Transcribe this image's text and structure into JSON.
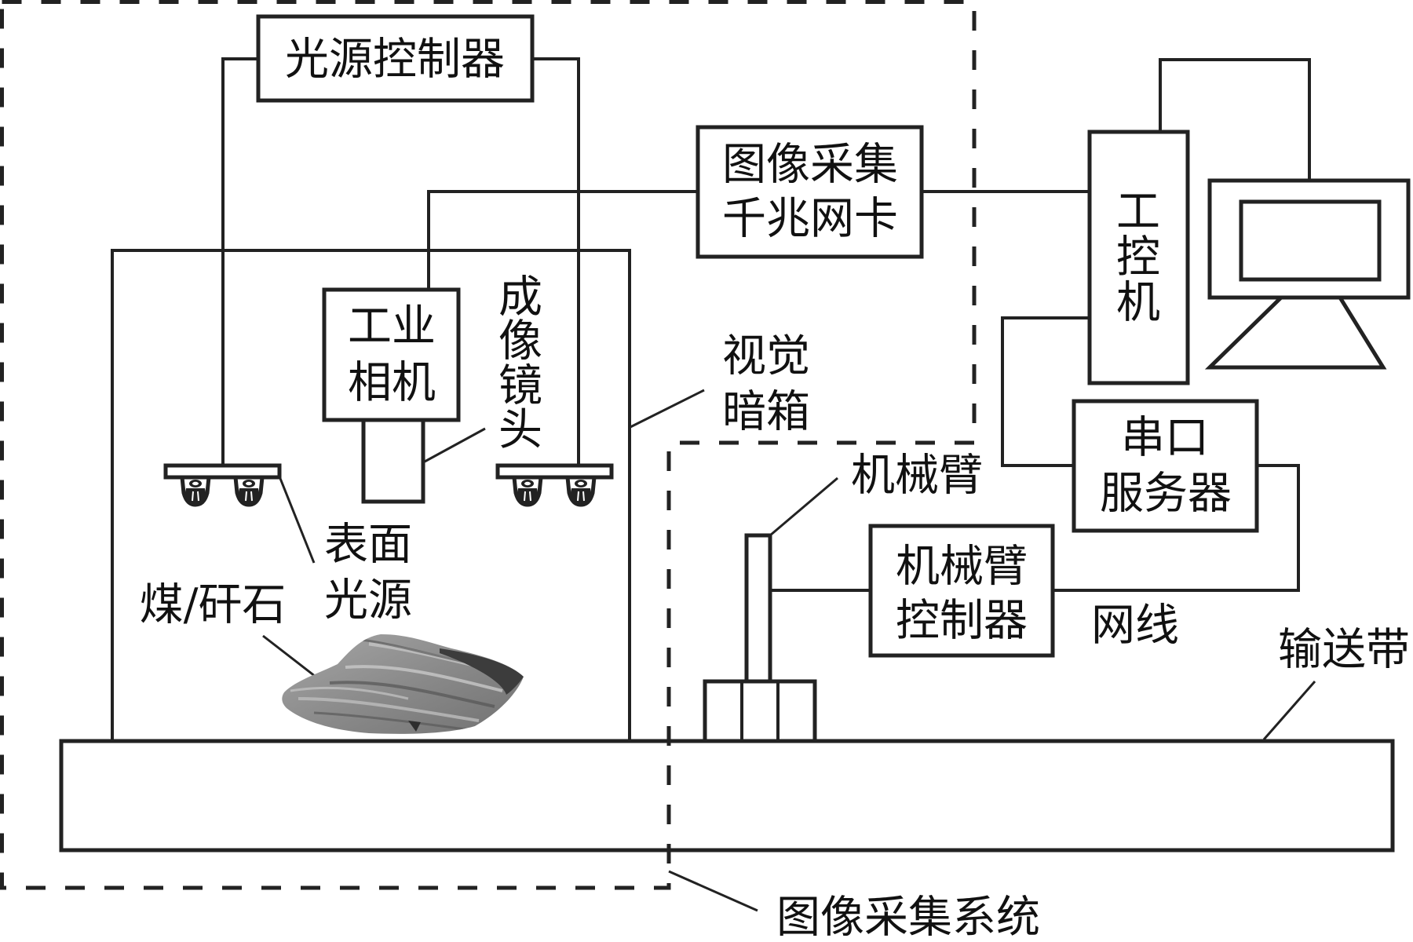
{
  "figure": {
    "system_label": "图像采集系统",
    "light_controller": {
      "label": "光源控制器"
    },
    "nic": {
      "lines": [
        "图像采集",
        "千兆网卡"
      ]
    },
    "camera": {
      "lines": [
        "工业",
        "相机"
      ]
    },
    "lens": {
      "chars": [
        "成",
        "像",
        "镜",
        "头"
      ]
    },
    "dark_box": {
      "lines": [
        "视觉",
        "暗箱"
      ]
    },
    "surface_light": {
      "lines": [
        "表面",
        "光源"
      ]
    },
    "material": {
      "label": "煤/矸石"
    },
    "ipc": {
      "chars": [
        "工",
        "控",
        "机"
      ]
    },
    "serial_server": {
      "lines": [
        "串口",
        "服务器"
      ]
    },
    "robot_arm": {
      "label": "机械臂"
    },
    "robot_controller": {
      "lines": [
        "机械臂",
        "控制器"
      ]
    },
    "network_cable": {
      "label": "网线"
    },
    "conveyor": {
      "label": "输送带"
    }
  },
  "icons": {
    "lamp": "lamp-icon",
    "monitor": "monitor-icon",
    "rock": "coal-gangue-rock-image"
  },
  "palette": {
    "line": "#222222",
    "text": "#111111",
    "background": "#ffffff",
    "rock_light": "#a8a8a8",
    "rock_dark": "#3c3c3c"
  }
}
